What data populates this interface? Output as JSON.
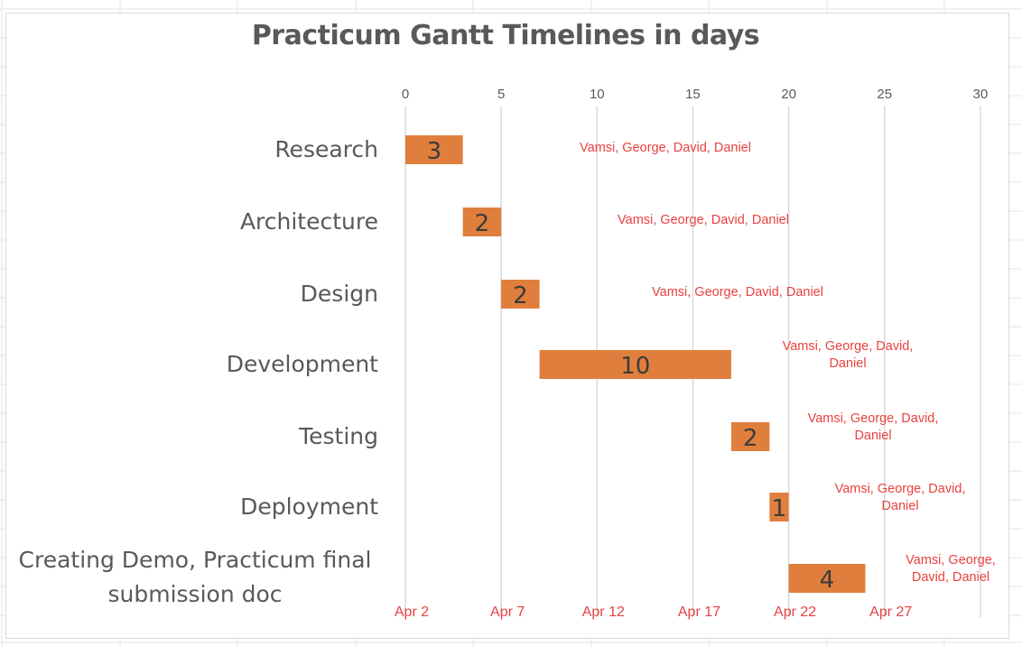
{
  "chart_data": {
    "type": "bar",
    "orientation": "horizontal",
    "stacked": true,
    "title": "Practicum Gantt Timelines in days",
    "x_axis": {
      "ticks": [
        0,
        5,
        10,
        15,
        20,
        25,
        30
      ],
      "range": [
        0,
        30
      ],
      "position": "top",
      "gridlines": true
    },
    "secondary_axis": {
      "ticks": [
        "Apr 2",
        "Apr 7",
        "Apr 12",
        "Apr 17",
        "Apr 22",
        "Apr 27"
      ],
      "position": "bottom"
    },
    "tasks": [
      {
        "label": "Research",
        "start": 0,
        "duration": 3,
        "assignees": [
          "Vamsi, George, David, Daniel"
        ]
      },
      {
        "label": "Architecture",
        "start": 3,
        "duration": 2,
        "assignees": [
          "Vamsi, George, David, Daniel"
        ]
      },
      {
        "label": "Design",
        "start": 5,
        "duration": 2,
        "assignees": [
          "Vamsi, George, David, Daniel"
        ]
      },
      {
        "label": "Development",
        "start": 7,
        "duration": 10,
        "assignees": [
          "Vamsi, George, David,",
          "Daniel"
        ]
      },
      {
        "label": "Testing",
        "start": 17,
        "duration": 2,
        "assignees": [
          "Vamsi, George, David,",
          "Daniel"
        ]
      },
      {
        "label": "Deployment",
        "start": 19,
        "duration": 1,
        "assignees": [
          "Vamsi, George, David,",
          "Daniel"
        ]
      },
      {
        "label": "Creating Demo, Practicum final submission doc",
        "start": 20,
        "duration": 4,
        "assignees": [
          "Vamsi, George,",
          "David, Daniel"
        ]
      }
    ],
    "colors": {
      "bar": "#e07f3d",
      "bar_label": "#3b3b3b",
      "annotation": "#e8423f",
      "axis_text": "#595959",
      "gridline": "#d9d9d9"
    }
  }
}
